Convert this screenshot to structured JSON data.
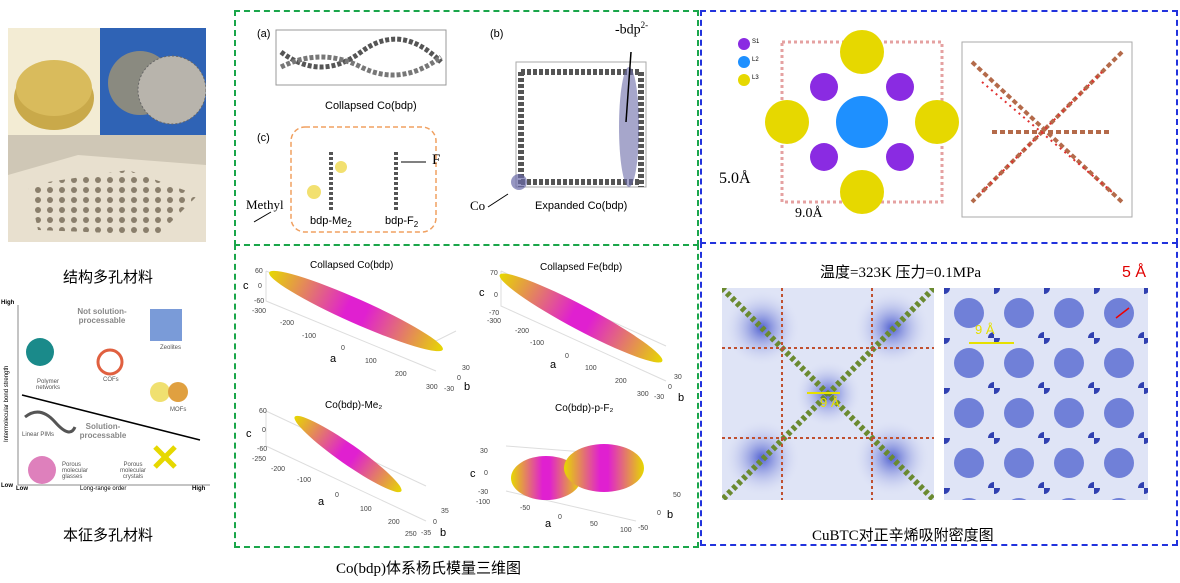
{
  "left": {
    "structural_caption": "结构多孔材料",
    "intrinsic_caption": "本征多孔材料",
    "chart": {
      "y_axis_label": "Intermolecular bond strength",
      "x_axis_label": "Long-range order",
      "y_high": "High",
      "y_low": "Low",
      "x_low": "Low",
      "x_high": "High",
      "region_top": "Not solution-processable",
      "region_bottom": "Solution-processable",
      "items": [
        "Polymer networks",
        "COFs",
        "Zeolites",
        "MOFs",
        "Linear PIMs",
        "Porous molecular glasses",
        "Porous molecular crystals"
      ]
    }
  },
  "green_panel": {
    "label_a": "(a)",
    "label_b": "(b)",
    "label_c": "(c)",
    "collapsed": "Collapsed Co(bdp)",
    "expanded": "Expanded Co(bdp)",
    "bdp_label": "-bdp",
    "bdp_sup": "2-",
    "co_label": "Co",
    "methyl_label": "Methyl",
    "f_label": "F",
    "me2_label": "bdp-Me",
    "f2_label": "bdp-F",
    "sub2": "2",
    "plots": [
      {
        "title": "Collapsed Co(bdp)",
        "c_ticks": [
          "60",
          "0",
          "-60"
        ],
        "a_ticks": [
          "-300",
          "-200",
          "-100",
          "0",
          "100",
          "200",
          "300"
        ],
        "b_ticks": [
          "-30",
          "0",
          "30"
        ]
      },
      {
        "title": "Collapsed Fe(bdp)",
        "c_ticks": [
          "70",
          "0",
          "-70"
        ],
        "a_ticks": [
          "-300",
          "-200",
          "-100",
          "0",
          "100",
          "200",
          "300"
        ],
        "b_ticks": [
          "-30",
          "0",
          "30"
        ]
      },
      {
        "title": "Co(bdp)-Me₂",
        "c_ticks": [
          "60",
          "0",
          "-60"
        ],
        "a_ticks": [
          "-250",
          "-200",
          "-100",
          "0",
          "100",
          "200",
          "250"
        ],
        "b_ticks": [
          "-35",
          "0",
          "35"
        ]
      },
      {
        "title": "Co(bdp)-p-F₂",
        "c_ticks": [
          "30",
          "0",
          "-30"
        ],
        "a_ticks": [
          "-100",
          "-50",
          "0",
          "50",
          "100"
        ],
        "b_ticks": [
          "-50",
          "0",
          "50"
        ]
      }
    ],
    "axis_a": "a",
    "axis_b": "b",
    "axis_c": "c",
    "caption": "Co(bdp)体系杨氏模量三维图"
  },
  "blue_panel": {
    "legend": [
      "S1",
      "L2",
      "L3"
    ],
    "legend_colors": [
      "#8a2be2",
      "#1e90ff",
      "#e6d800"
    ],
    "dist_5": "5.0Å",
    "dist_9": "9.0Å",
    "conditions": "温度=323K 压力=0.1MPa",
    "map_9a_left": "9 Å",
    "map_9a_right": "9 Å",
    "map_5a": "5 Å",
    "caption": "CuBTC对正辛烯吸附密度图"
  }
}
